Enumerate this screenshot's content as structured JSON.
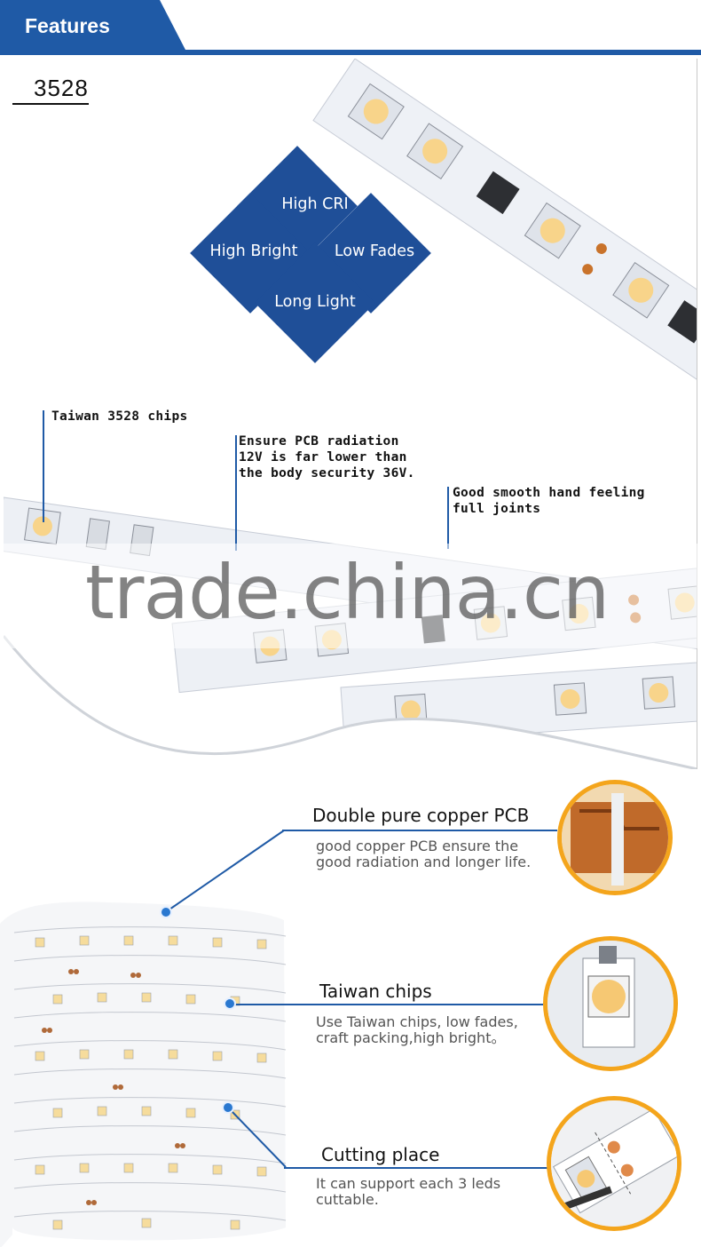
{
  "header": {
    "title": "Features"
  },
  "model": {
    "label": "3528"
  },
  "diamonds": {
    "top": "High CRI",
    "left": "High Bright",
    "right": "Low Fades",
    "bottom": "Long Light"
  },
  "callouts": {
    "chips": "Taiwan 3528 chips",
    "pcb": [
      "Ensure PCB radiation",
      "12V is far lower than",
      "the body security 36V."
    ],
    "feeling": [
      "Good smooth hand feeling",
      "full joints"
    ]
  },
  "watermark": {
    "text": "trade.china.cn"
  },
  "features": [
    {
      "title": "Double pure copper PCB",
      "desc": [
        "good copper PCB ensure the",
        "good radiation and longer life."
      ]
    },
    {
      "title": "Taiwan chips",
      "desc": [
        "Use Taiwan chips, low fades,",
        "craft packing,high bright。"
      ]
    },
    {
      "title": "Cutting place",
      "desc": [
        "It can support each 3 leds",
        "cuttable."
      ]
    }
  ],
  "colors": {
    "brand_blue": "#1f5aa6",
    "diamond_blue": "#1f4f98",
    "ring_orange": "#f4a51c"
  }
}
